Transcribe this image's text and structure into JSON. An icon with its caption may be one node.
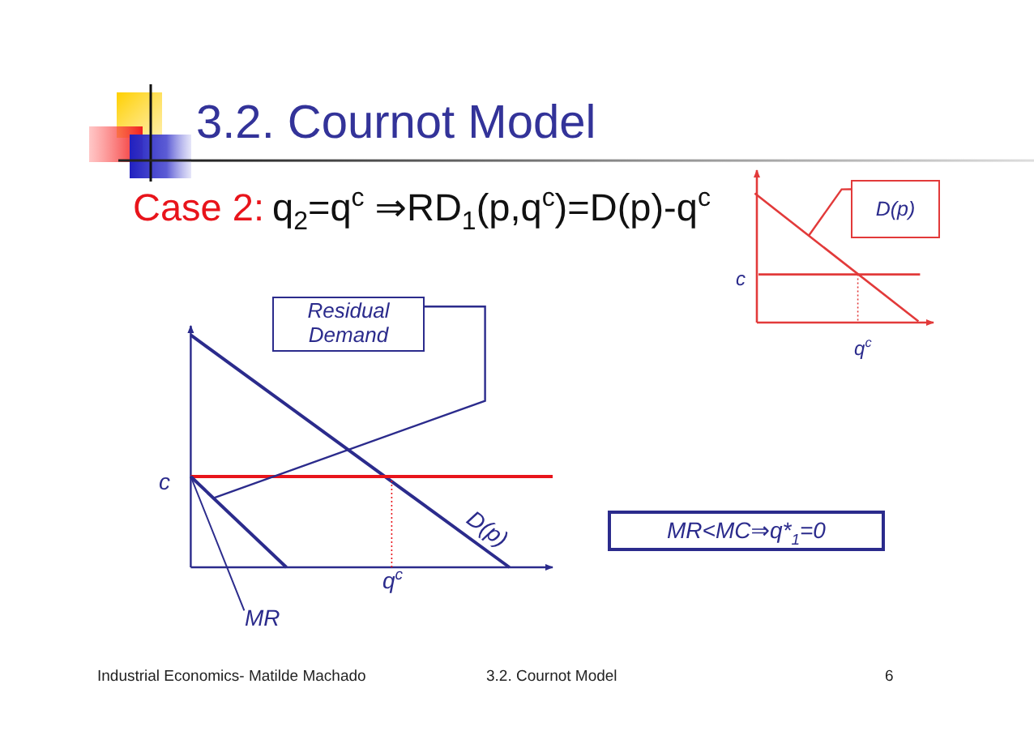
{
  "diagram": {
    "title": "3.2. Cournot Model",
    "nodes": [
      {
        "text": [
          "D(p)"
        ]
      },
      {
        "text": [],
        "shape": "line"
      },
      {
        "text": [
          "Residual Demand"
        ]
      },
      {
        "text": [],
        "shape": "line"
      },
      {
        "text": [
          "MR<MC⇒q*$_{1}$=0"
        ]
      }
    ],
    "edges": [
      {
        "from": 0,
        "to": 1,
        "arrow": "none",
        "color": "#e23a3a"
      },
      {
        "from": 2,
        "to": 3,
        "arrow": "none",
        "color": "#2b2b8c"
      }
    ],
    "labels": [
      "Case 2:",
      "q$_{2}$=q$^{c}$ ⇒RD$_{1}$(p,q$^{c}$)=D(p)-q$^{c}$",
      "c",
      "q$^{c}$",
      "c",
      "D(p)",
      "q$^{c}$",
      "MR",
      "Industrial Economics- Matilde Machado",
      "3.2. Cournot Model",
      "6"
    ]
  }
}
